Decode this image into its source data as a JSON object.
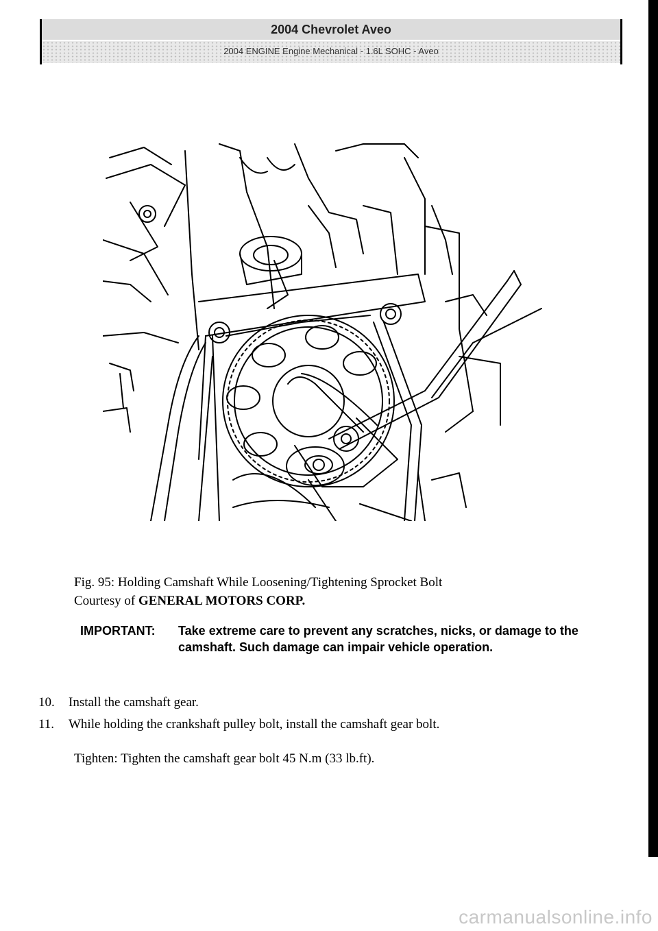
{
  "header": {
    "title": "2004 Chevrolet Aveo",
    "subtitle": "2004 ENGINE Engine Mechanical - 1.6L SOHC - Aveo"
  },
  "figure": {
    "caption": "Fig. 95: Holding Camshaft While Loosening/Tightening Sprocket Bolt",
    "courtesy_prefix": "Courtesy of ",
    "courtesy_org": "GENERAL MOTORS CORP."
  },
  "important": {
    "label": "IMPORTANT:",
    "text": "Take extreme care to prevent any scratches, nicks, or damage to the camshaft. Such damage can impair vehicle operation."
  },
  "steps": [
    {
      "number": "10.",
      "text": "Install the camshaft gear."
    },
    {
      "number": "11.",
      "text": "While holding the crankshaft pulley bolt, install the camshaft gear bolt."
    }
  ],
  "tighten": {
    "label": "Tighten:",
    "text": "Tighten the camshaft gear bolt 45 N.m (33 lb.ft)."
  },
  "watermark": "carmanualsonline.info"
}
